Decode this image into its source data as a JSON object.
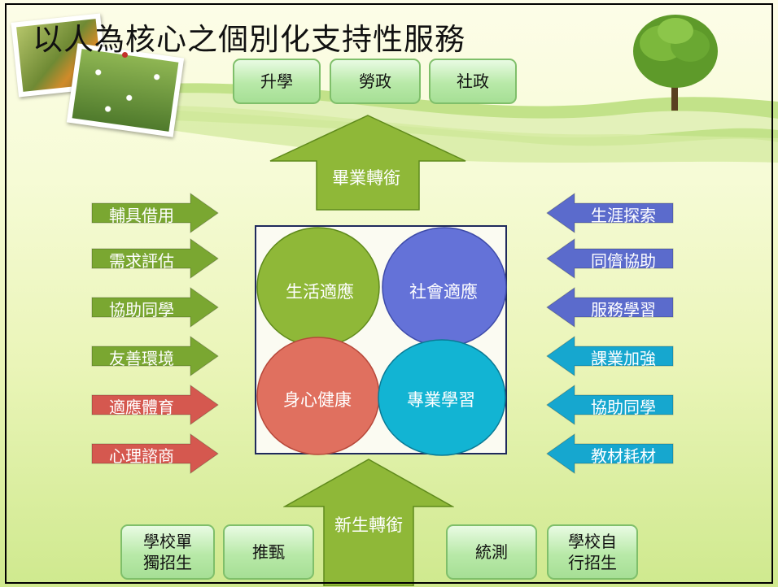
{
  "title": "以人為核心之個別化支持性服務",
  "top_boxes": [
    "升學",
    "勞政",
    "社政"
  ],
  "top_arrow_label": "畢業轉銜",
  "bottom_arrow_label": "新生轉銜",
  "circles": {
    "life": "生活適應",
    "social": "社會適應",
    "health": "身心健康",
    "study": "專業學習"
  },
  "left_arrows": [
    {
      "label": "輔具借用",
      "color": "#7aa731"
    },
    {
      "label": "需求評估",
      "color": "#7aa731"
    },
    {
      "label": "協助同學",
      "color": "#7aa731"
    },
    {
      "label": "友善環境",
      "color": "#7aa731"
    },
    {
      "label": "適應體育",
      "color": "#d5584f"
    },
    {
      "label": "心理諮商",
      "color": "#d5584f"
    }
  ],
  "right_arrows": [
    {
      "label": "生涯探索",
      "color": "#5b6bcc"
    },
    {
      "label": "同儕協助",
      "color": "#5b6bcc"
    },
    {
      "label": "服務學習",
      "color": "#5b6bcc"
    },
    {
      "label": "課業加強",
      "color": "#16a7cf"
    },
    {
      "label": "協助同學",
      "color": "#16a7cf"
    },
    {
      "label": "教材耗材",
      "color": "#16a7cf"
    }
  ],
  "bottom_boxes": [
    "學校單\n獨招生",
    "推甄",
    "統測",
    "學校自\n行招生"
  ],
  "colors": {
    "green_arrow": "#8fb838",
    "circle_life": "#8fb838",
    "circle_social": "#6472d8",
    "circle_health": "#e0705f",
    "circle_study": "#12b4d3"
  }
}
